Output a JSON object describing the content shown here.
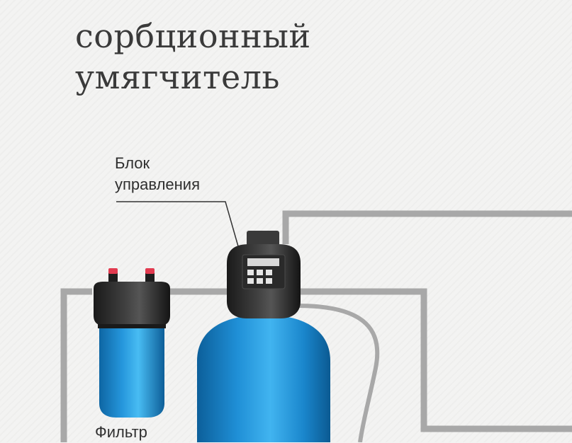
{
  "title": {
    "line1": "сорбционный",
    "line2": "умягчитель"
  },
  "labels": {
    "control_unit_line1": "Блок",
    "control_unit_line2": "управления",
    "filter": "Фильтр"
  },
  "colors": {
    "background": "#f3f3f2",
    "pipe": "#a9a9a9",
    "tank_blue": "#1a8fd1",
    "control_unit": "#2b2b2b",
    "display": "#d9d9d9",
    "valve_red": "#e23a4f",
    "title_text": "#3a3a3a"
  }
}
